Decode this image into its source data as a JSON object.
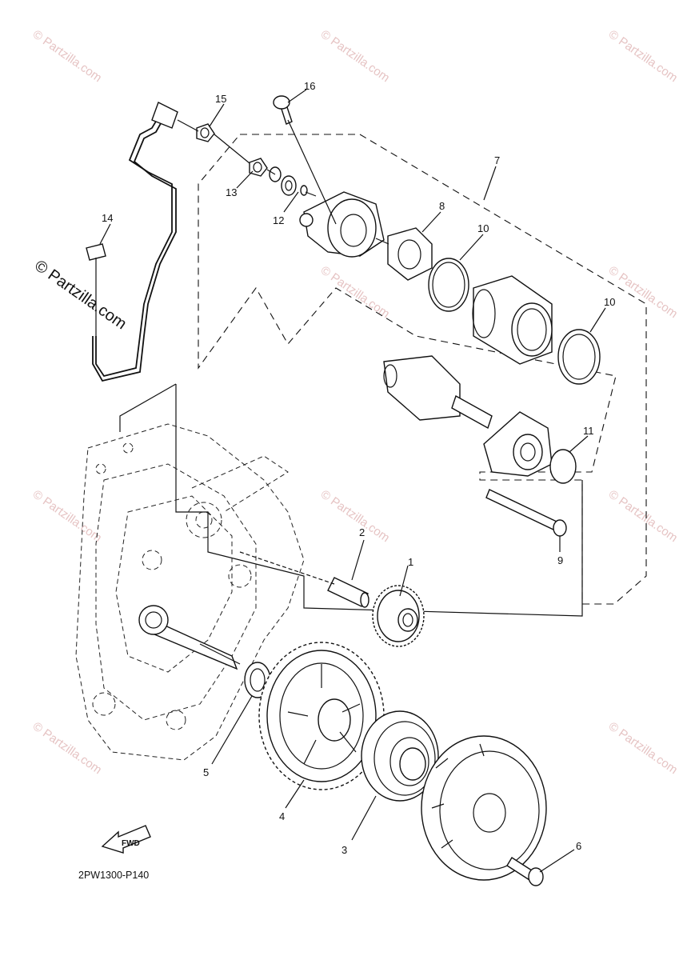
{
  "diagram_code": "2PW1300-P140",
  "fwd_label": "FWD",
  "watermark": {
    "text": "© Partzilla.com",
    "large_text": "© Partzilla.com"
  },
  "callouts": {
    "c1": "1",
    "c2": "2",
    "c3": "3",
    "c4": "4",
    "c5": "5",
    "c6": "6",
    "c7": "7",
    "c8": "8",
    "c9": "9",
    "c10a": "10",
    "c10b": "10",
    "c11": "11",
    "c12": "12",
    "c13": "13",
    "c14": "14",
    "c15": "15",
    "c16": "16"
  }
}
